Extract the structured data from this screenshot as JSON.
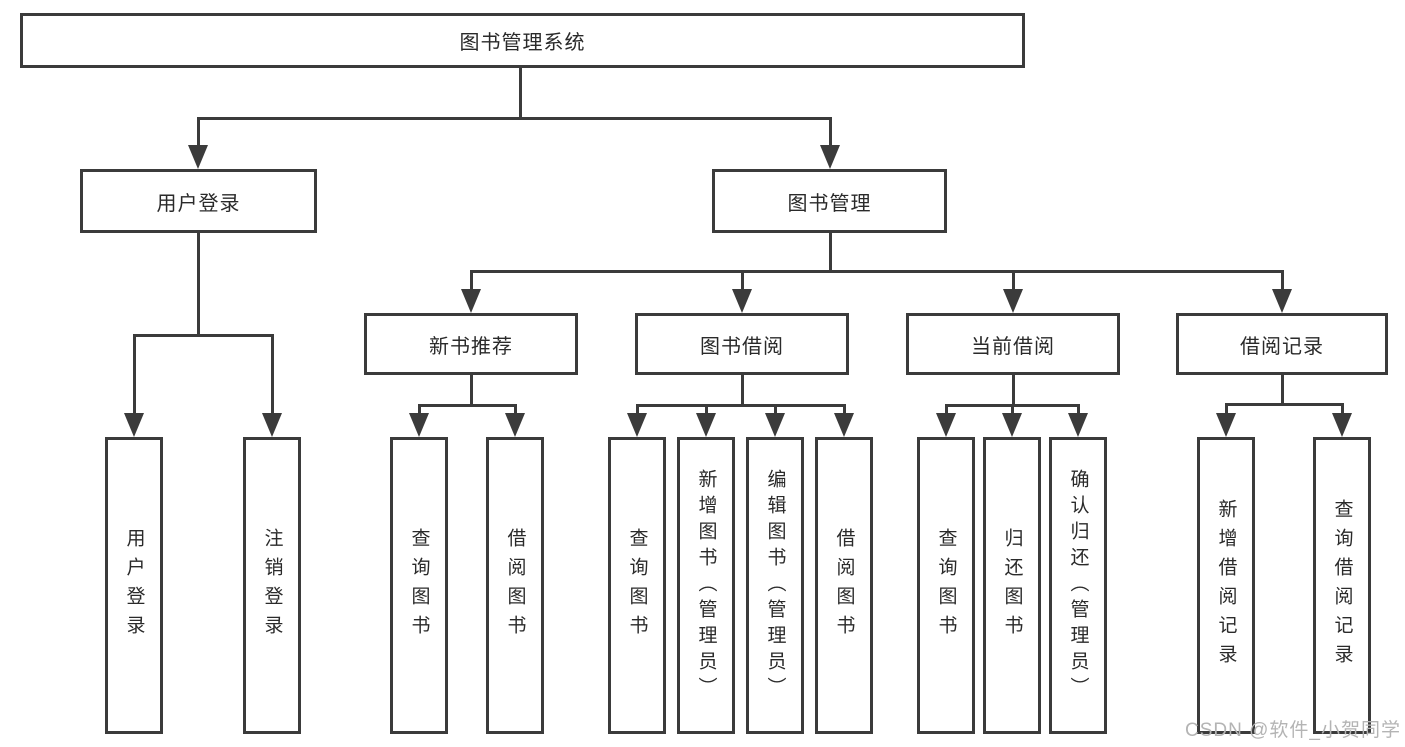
{
  "diagram_title": "图书管理系统",
  "nodes": {
    "root": "图书管理系统",
    "user_login": "用户登录",
    "book_management": "图书管理",
    "new_book_recommend": "新书推荐",
    "book_borrow": "图书借阅",
    "current_borrow": "当前借阅",
    "borrow_records": "借阅记录",
    "leaf_user_login": "用户登录",
    "leaf_logout": "注销登录",
    "leaf_query_books_1": "查询图书",
    "leaf_borrow_books_1": "借阅图书",
    "leaf_query_books_2": "查询图书",
    "leaf_add_books_admin": "新增图书（管理员）",
    "leaf_edit_books_admin": "编辑图书（管理员）",
    "leaf_borrow_books_2": "借阅图书",
    "leaf_query_books_3": "查询图书",
    "leaf_return_books": "归还图书",
    "leaf_confirm_return_admin": "确认归还（管理员）",
    "leaf_add_borrow_record": "新增借阅记录",
    "leaf_query_borrow_record": "查询借阅记录"
  },
  "watermark": "CSDN @软件_小贺同学",
  "colors": {
    "line": "#3b3b3b",
    "text": "#2a2a2a",
    "watermark": "#b4b4b4",
    "background": "#ffffff"
  }
}
